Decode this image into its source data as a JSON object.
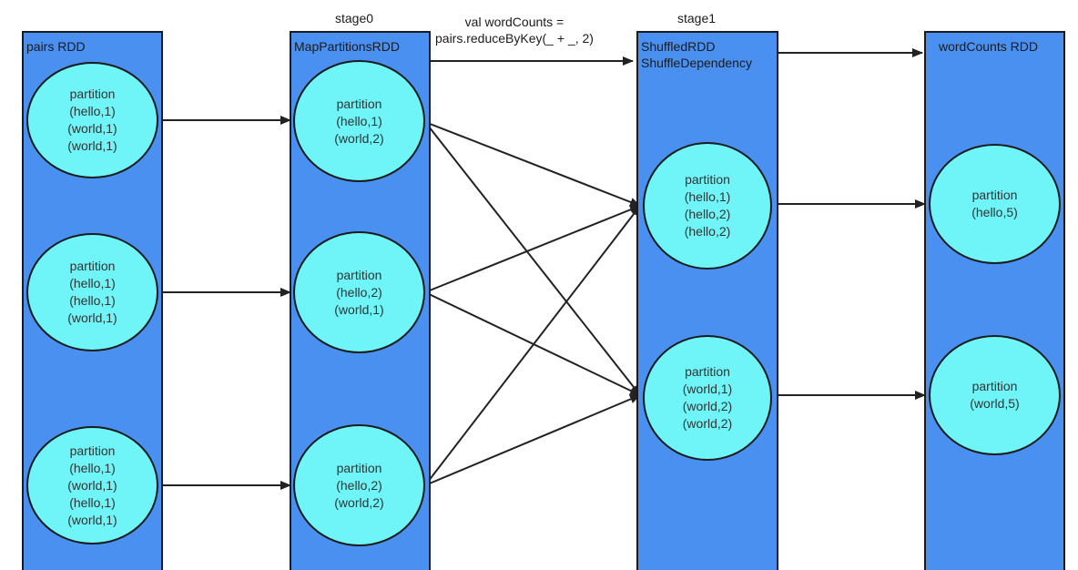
{
  "stage_labels": [
    "stage0",
    "stage1"
  ],
  "transform_label": [
    "val wordCounts =",
    "pairs.reduceByKey(_ + _, 2)"
  ],
  "columns": [
    {
      "title": [
        "pairs RDD"
      ],
      "partitions": [
        {
          "title": "partition",
          "records": [
            "(hello,1)",
            "(world,1)",
            "(world,1)"
          ]
        },
        {
          "title": "partition",
          "records": [
            "(hello,1)",
            "(hello,1)",
            "(world,1)"
          ]
        },
        {
          "title": "partition",
          "records": [
            "(hello,1)",
            "(world,1)",
            "(hello,1)",
            "(world,1)"
          ]
        }
      ]
    },
    {
      "title": [
        "MapPartitionsRDD"
      ],
      "partitions": [
        {
          "title": "partition",
          "records": [
            "(hello,1)",
            "(world,2)"
          ]
        },
        {
          "title": "partition",
          "records": [
            "(hello,2)",
            "(world,1)"
          ]
        },
        {
          "title": "partition",
          "records": [
            "(hello,2)",
            "(world,2)"
          ]
        }
      ]
    },
    {
      "title": [
        "ShuffledRDD",
        "ShuffleDependency"
      ],
      "partitions": [
        {
          "title": "partition",
          "records": [
            "(hello,1)",
            "(hello,2)",
            "(hello,2)"
          ]
        },
        {
          "title": "partition",
          "records": [
            "(world,1)",
            "(world,2)",
            "(world,2)"
          ]
        }
      ]
    },
    {
      "title": [
        "wordCounts RDD"
      ],
      "partitions": [
        {
          "title": "partition",
          "records": [
            "(hello,5)"
          ]
        },
        {
          "title": "partition",
          "records": [
            "(world,5)"
          ]
        }
      ]
    }
  ]
}
